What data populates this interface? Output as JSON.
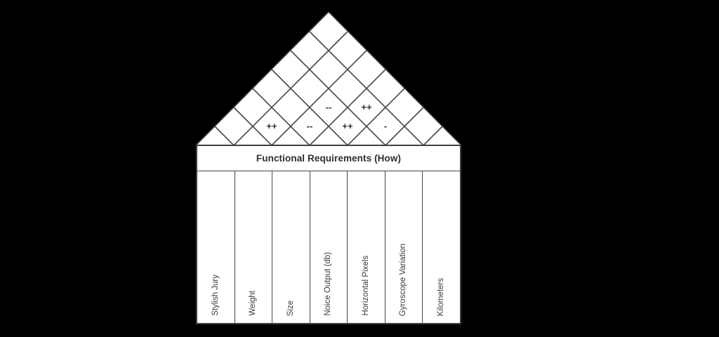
{
  "diagram": {
    "kind": "house-of-quality",
    "header": {
      "title": "Functional Requirements (How)"
    },
    "columns": [
      {
        "label": "Stylish Jury"
      },
      {
        "label": "Weight"
      },
      {
        "label": "Size"
      },
      {
        "label": "Noice Output (db)"
      },
      {
        "label": "Horizontal Pixels"
      },
      {
        "label": "Gyroscope Variation"
      },
      {
        "label": "Kilometers"
      }
    ],
    "roof": {
      "rows": 6,
      "correlations": [
        {
          "symbol": "++",
          "between": [
            "Weight",
            "Size"
          ]
        },
        {
          "symbol": "--",
          "between": [
            "Size",
            "Noice Output (db)"
          ]
        },
        {
          "symbol": "++",
          "between": [
            "Noice Output (db)",
            "Horizontal Pixels"
          ]
        },
        {
          "symbol": "-",
          "between": [
            "Horizontal Pixels",
            "Gyroscope Variation"
          ]
        },
        {
          "symbol": "--",
          "between": [
            "Size",
            "Horizontal Pixels"
          ]
        },
        {
          "symbol": "++",
          "between": [
            "Noice Output (db)",
            "Gyroscope Variation"
          ]
        }
      ]
    },
    "colors": {
      "background": "#000000",
      "fill": "#ffffff",
      "line": "#474747",
      "text": "#2e2e2e"
    }
  }
}
